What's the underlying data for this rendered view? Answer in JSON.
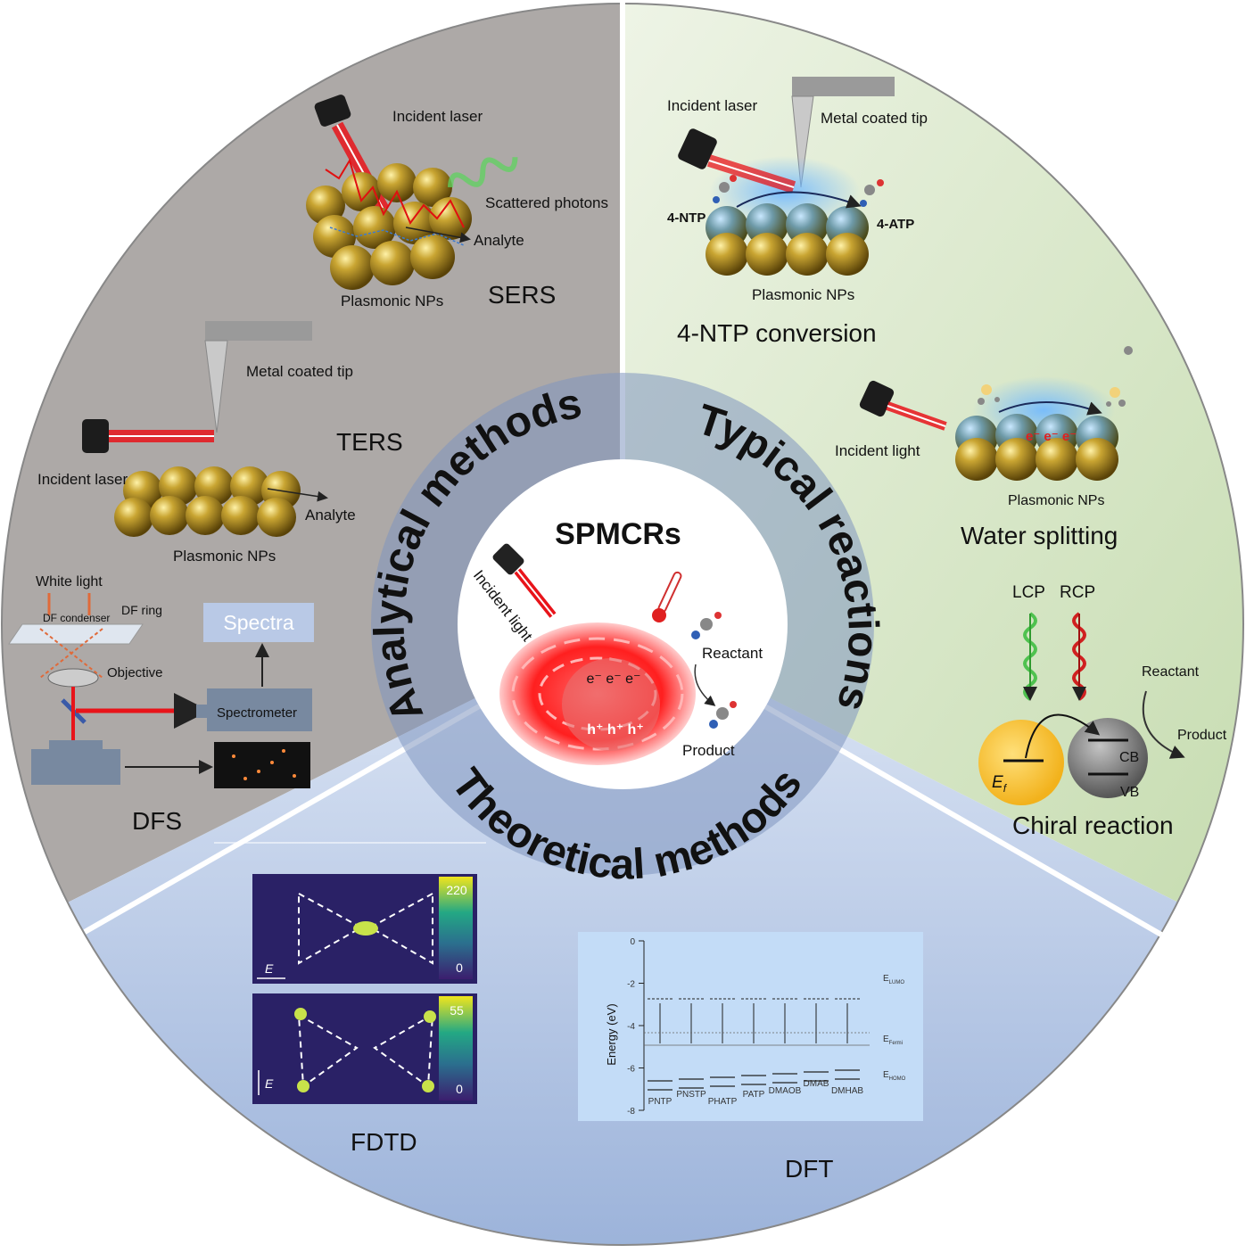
{
  "center": {
    "title": "SPMCRs",
    "incident_light": "Incident light",
    "reactant": "Reactant",
    "product": "Product",
    "electrons": "e⁻ e⁻ e⁻",
    "holes": "h⁺ h⁺ h⁺"
  },
  "ring": {
    "analytical": "Analytical methods",
    "typical": "Typical reactions",
    "theoretical": "Theoretical methods"
  },
  "sers": {
    "incident_laser": "Incident laser",
    "scattered_photons": "Scattered photons",
    "analyte": "Analyte",
    "plasmonic_nps": "Plasmonic NPs",
    "title": "SERS"
  },
  "ters": {
    "metal_tip": "Metal coated tip",
    "title": "TERS",
    "incident_laser": "Incident laser",
    "analyte": "Analyte",
    "plasmonic_nps": "Plasmonic NPs"
  },
  "dfs": {
    "white_light": "White light",
    "df_ring": "DF ring",
    "df_condenser": "DF condenser",
    "objective": "Objective",
    "spectra": "Spectra",
    "spectrometer": "Spectrometer",
    "title": "DFS"
  },
  "ntp": {
    "incident_laser": "Incident laser",
    "metal_tip": "Metal coated tip",
    "ntp_label": "4-NTP",
    "atp_label": "4-ATP",
    "plasmonic_nps": "Plasmonic NPs",
    "title": "4-NTP conversion"
  },
  "water": {
    "incident_light": "Incident light",
    "electrons": "e⁻ e⁻ e⁻",
    "plasmonic_nps": "Plasmonic NPs",
    "title": "Water splitting"
  },
  "chiral": {
    "lcp": "LCP",
    "rcp": "RCP",
    "reactant": "Reactant",
    "product": "Product",
    "cb": "CB",
    "vb": "VB",
    "ef": "E",
    "ef_sub": "f",
    "title": "Chiral reaction"
  },
  "fdtd": {
    "title": "FDTD",
    "top_max": "220",
    "top_min": "0",
    "bottom_max": "55",
    "bottom_min": "0",
    "e_label": "E"
  },
  "dft": {
    "title": "DFT",
    "ylabel": "Energy (eV)",
    "yticks": [
      "0",
      "-2",
      "-4",
      "-6",
      "-8"
    ],
    "categories": [
      "PNTP",
      "PNSTP",
      "PHATP",
      "PATP",
      "DMAOB",
      "DMAB",
      "DMHAB"
    ],
    "e_lumo": "E",
    "e_lumo_sub": "LUMO",
    "e_fermi": "E",
    "e_fermi_sub": "Fermi",
    "e_homo": "E",
    "e_homo_sub": "HOMO"
  },
  "colors": {
    "analytical_bg": "#aeaaa8",
    "typical_bg": "#d9e8c8",
    "theoretical_bg": "#b4c6e4",
    "ring": "#7e95bd",
    "laser": "#e8141a",
    "gold": "#a8861e",
    "plasma": "#ff2b2b"
  }
}
